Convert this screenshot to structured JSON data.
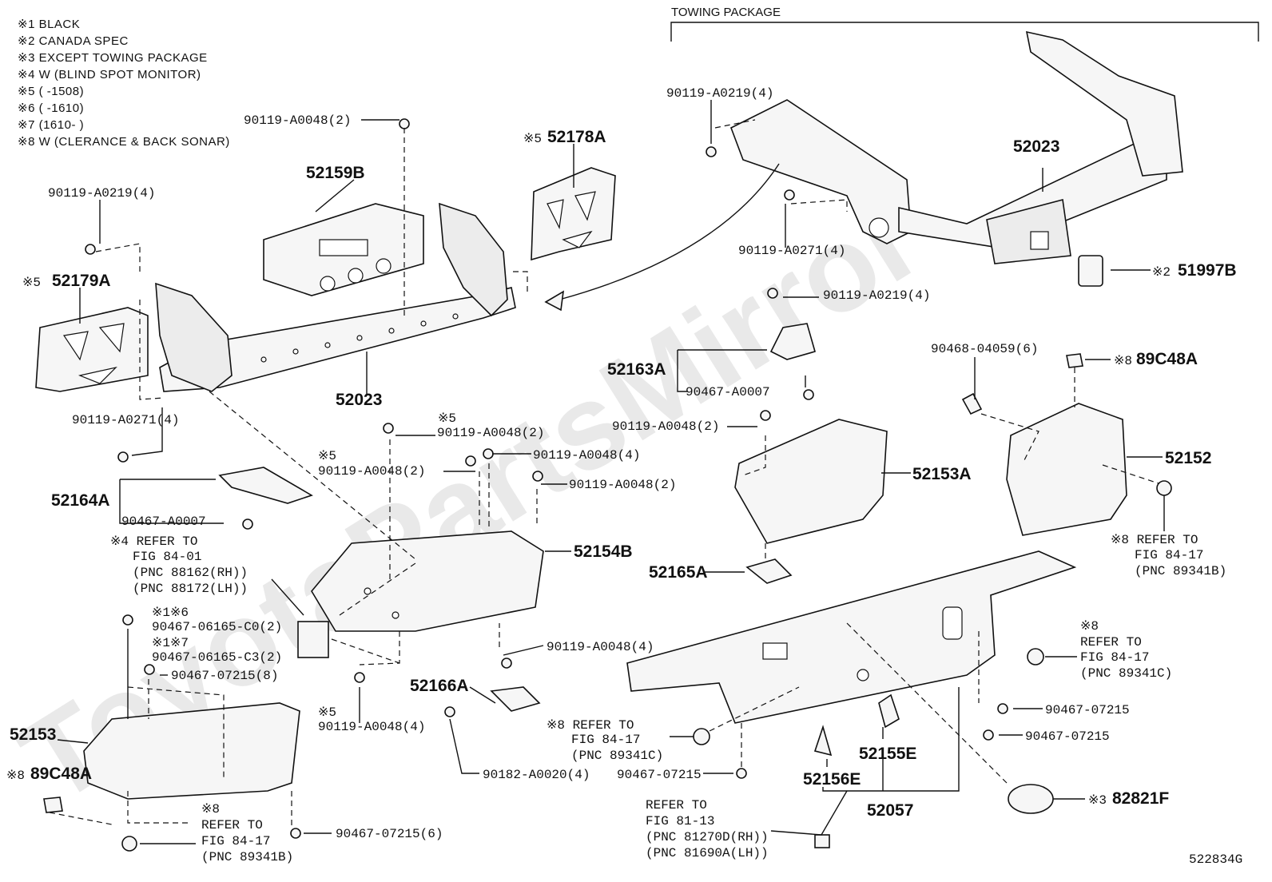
{
  "notes": [
    "※1  BLACK",
    "※2  CANADA SPEC",
    "※3  EXCEPT TOWING PACKAGE",
    "※4  W (BLIND SPOT MONITOR)",
    "※5 (        -1508)",
    "※6 (        -1610)",
    "※7 (1610-        )",
    "※8  W (CLERANCE & BACK SONAR)"
  ],
  "section_label": "TOWING PACKAGE",
  "diagram_id": "522834G",
  "watermark": "ToyotaPartsMirror",
  "labels": {
    "p_52023_top": "52023",
    "p_52023_main": "52023",
    "p_52159B": "52159B",
    "p_52178A_mark": "※5",
    "p_52178A": "52178A",
    "p_52179A_mark": "※5",
    "p_52179A": "52179A",
    "b_0048_top": "90119-A0048(2)",
    "b_0219_left": "90119-A0219(4)",
    "b_0271_left": "90119-A0271(4)",
    "b_0219_tow_top": "90119-A0219(4)",
    "b_0271_tow": "90119-A0271(4)",
    "b_0219_tow_bot": "90119-A0219(4)",
    "p_51997B_mark": "※2",
    "p_51997B": "51997B",
    "p_52164A": "52164A",
    "c_0007_left": "90467-A0007",
    "p_52163A": "52163A",
    "c_0007_right": "90467-A0007",
    "b_0048_mark_a": "※5",
    "b_0048_a": "90119-A0048(2)",
    "b_0048_mark_b": "※5",
    "b_0048_b": "90119-A0048(2)",
    "b_0048_c": "90119-A0048(4)",
    "b_0048_d": "90119-A0048(2)",
    "b_0048_e": "90119-A0048(2)",
    "p_52153A": "52153A",
    "p_52154B": "52154B",
    "p_52165A": "52165A",
    "r4_1": "※4 REFER TO",
    "r4_2": "FIG 84-01",
    "r4_3": "(PNC 88162(RH))",
    "r4_4": "(PNC 88172(LH))",
    "c_mark_16": "※1※6",
    "c_06165C0": "90467-06165-C0(2)",
    "c_mark_17": "※1※7",
    "c_06165C3": "90467-06165-C3(2)",
    "c_07215_8": "90467-07215(8)",
    "b_0048_f": "90119-A0048(4)",
    "p_52166A": "52166A",
    "b_0048_mark_g": "※5",
    "b_0048_g": "90119-A0048(4)",
    "p_52153": "52153",
    "p_89C48A_left_mark": "※8",
    "p_89C48A_left": "89C48A",
    "n_0020": "90182-A0020(4)",
    "r8a_1": "※8 REFER TO",
    "r8a_2": "FIG 84-17",
    "r8a_3": "(PNC 89341C)",
    "r8b_0": "※8",
    "r8b_1": "REFER TO",
    "r8b_2": "FIG 84-17",
    "r8b_3": "(PNC 89341B)",
    "c_07215_6": "90467-07215(6)",
    "c_07215_mid": "90467-07215",
    "r81_1": "REFER TO",
    "r81_2": "FIG 81-13",
    "r81_3": "(PNC 81270D(RH))",
    "r81_4": "(PNC 81690A(LH))",
    "p_52156E": "52156E",
    "p_52155E": "52155E",
    "p_52057": "52057",
    "p_82821F_mark": "※3",
    "p_82821F": "82821F",
    "c_07215_r1": "90467-07215",
    "c_07215_r2": "90467-07215",
    "r8c_0": "※8",
    "r8c_1": "REFER TO",
    "r8c_2": "FIG 84-17",
    "r8c_3": "(PNC 89341C)",
    "w_04059": "90468-04059(6)",
    "p_89C48A_right_mark": "※8",
    "p_89C48A_right": "89C48A",
    "p_52152": "52152",
    "r8d_1": "※8 REFER TO",
    "r8d_2": "FIG 84-17",
    "r8d_3": "(PNC 89341B)"
  }
}
